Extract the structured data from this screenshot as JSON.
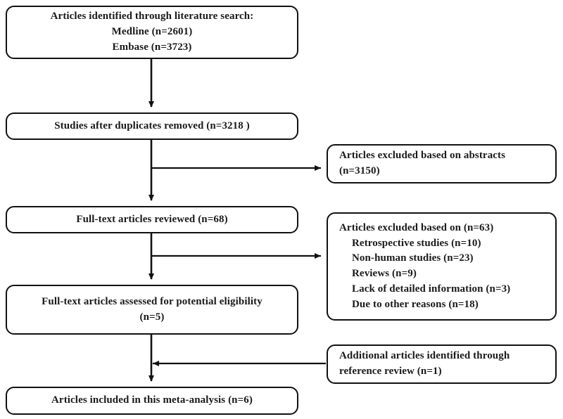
{
  "diagram": {
    "title": "PRISMA study selection flow diagram",
    "type": "flowchart",
    "stroke_color": "#111111",
    "background_color": "#ffffff",
    "nodes": {
      "identified": {
        "lines": [
          "Articles identified through literature search:",
          "Medline (n=2601)",
          "Embase (n=3723)"
        ]
      },
      "duplicates": {
        "lines": [
          "Studies after duplicates removed (n=3218 )"
        ]
      },
      "excluded_abstracts": {
        "lines": [
          "Articles excluded based on abstracts",
          "(n=3150)"
        ]
      },
      "fulltext_reviewed": {
        "lines": [
          "Full-text articles reviewed (n=68)"
        ]
      },
      "excluded_reasons": {
        "lines": [
          "Articles excluded based on (n=63)",
          "Retrospective studies (n=10)",
          "Non-human studies (n=23)",
          "Reviews (n=9)",
          "Lack of detailed information (n=3)",
          "Due to other reasons (n=18)"
        ]
      },
      "eligibility": {
        "lines": [
          "Full-text articles assessed for potential eligibility",
          "(n=5)"
        ]
      },
      "additional": {
        "lines": [
          "Additional articles identified through",
          "reference review (n=1)"
        ]
      },
      "included": {
        "lines": [
          "Articles included in this meta-analysis (n=6)"
        ]
      }
    },
    "edges": [
      {
        "name": "identified-to-duplicates",
        "direction": "down"
      },
      {
        "name": "duplicates-to-excluded-abstracts",
        "direction": "right"
      },
      {
        "name": "duplicates-to-fulltext-reviewed",
        "direction": "down"
      },
      {
        "name": "fulltext-reviewed-to-excluded-reasons",
        "direction": "right"
      },
      {
        "name": "fulltext-reviewed-to-eligibility",
        "direction": "down"
      },
      {
        "name": "additional-to-included-stem",
        "direction": "left"
      },
      {
        "name": "eligibility-to-included",
        "direction": "down"
      }
    ]
  }
}
